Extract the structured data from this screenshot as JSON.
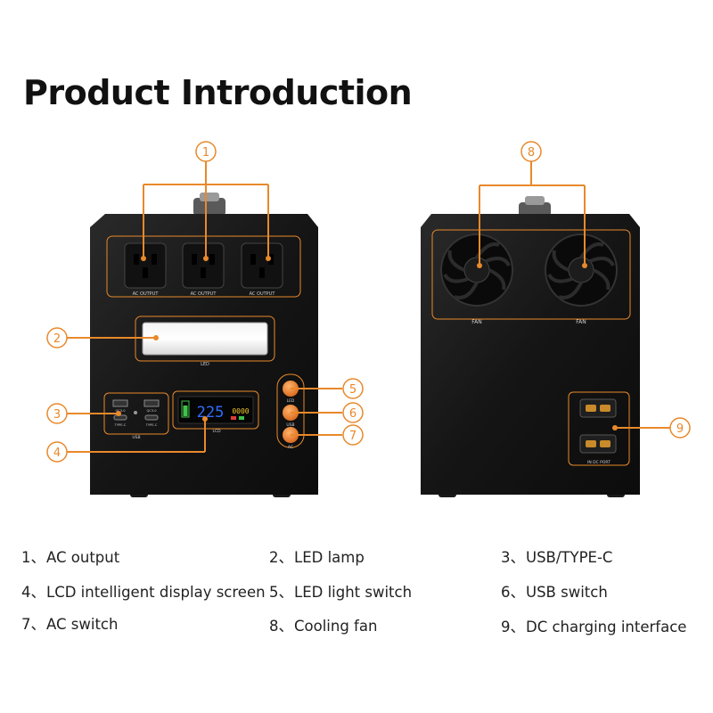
{
  "title": "Product Introduction",
  "callouts": [
    "1",
    "2",
    "3",
    "4",
    "5",
    "6",
    "7",
    "8",
    "9"
  ],
  "device_labels": {
    "ac_output": "AC OUTPUT",
    "led": "LED",
    "lcd": "LCD",
    "usb": "USB",
    "fan": "FAN",
    "in_dc_port": "IN DC PORT",
    "led_button": "LED",
    "usb_button": "USB",
    "ac_button": "AC",
    "qc": "QC3.0",
    "typec": "TYPE-C",
    "lcd_value": "225",
    "lcd_aux": "0000"
  },
  "colors": {
    "accent": "#e8892b",
    "device": "#141414"
  },
  "legend": [
    {
      "num": "1、",
      "text": "AC output"
    },
    {
      "num": "2、",
      "text": "LED lamp"
    },
    {
      "num": "3、",
      "text": "USB/TYPE-C"
    },
    {
      "num": "4、",
      "text": "LCD intelligent display screen"
    },
    {
      "num": "5、",
      "text": "LED light switch"
    },
    {
      "num": "6、",
      "text": "USB switch"
    },
    {
      "num": "7、",
      "text": "AC switch"
    },
    {
      "num": "8、",
      "text": "Cooling fan"
    },
    {
      "num": "9、",
      "text": "DC charging interface"
    }
  ]
}
